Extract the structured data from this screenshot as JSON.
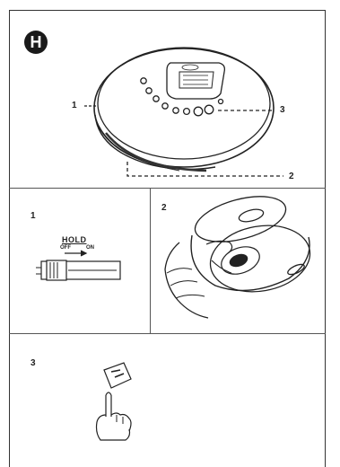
{
  "panel_top": {
    "badge": "H",
    "callouts": [
      "1",
      "2",
      "3"
    ]
  },
  "panel_step1": {
    "step_number": "1",
    "switch_title": "HOLD",
    "switch_off": "OFF",
    "switch_on": "ON"
  },
  "panel_step2": {
    "step_number": "2"
  },
  "panel_step3": {
    "step_number": "3"
  }
}
